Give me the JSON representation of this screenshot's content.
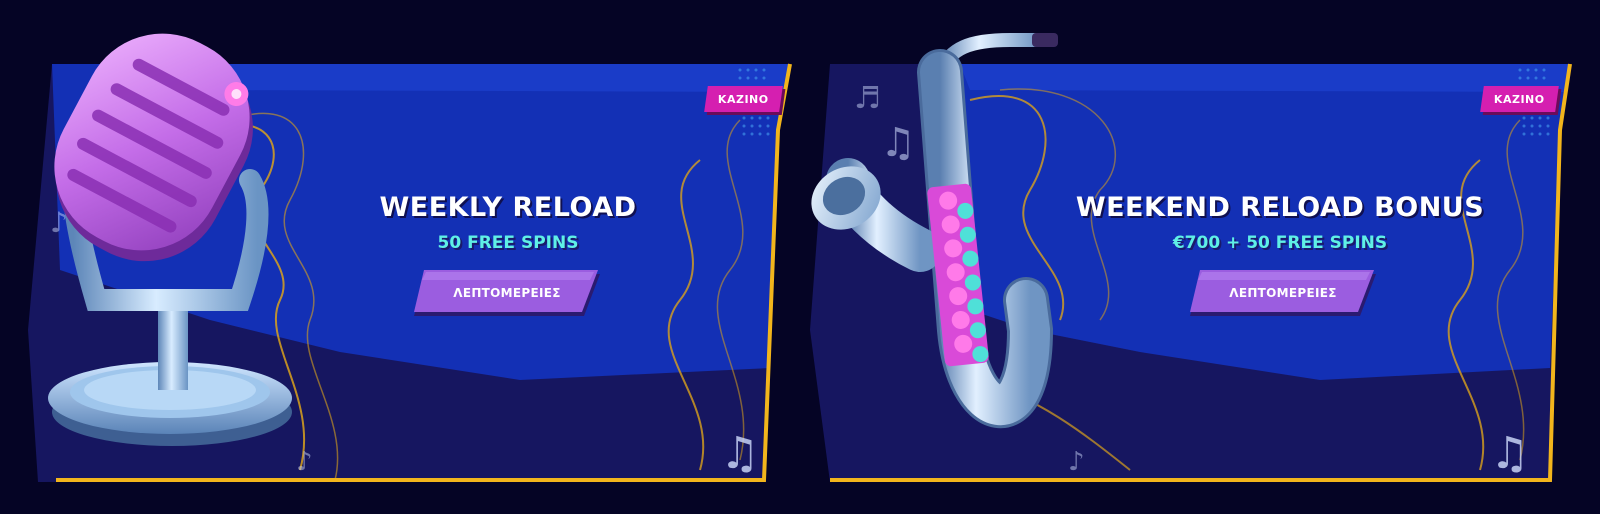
{
  "promotions": [
    {
      "badge": "ΚΑΖΙΝΟ",
      "title": "WEEKLY RELOAD",
      "subtitle": "50 FREE SPINS",
      "button_label": "ΛΕΠΤΟΜΕΡΕΙΕΣ",
      "illustration": "microphone-icon"
    },
    {
      "badge": "ΚΑΖΙΝΟ",
      "title": "WEEKEND RELOAD BONUS",
      "subtitle": "€700 + 50 FREE SPINS",
      "button_label": "ΛΕΠΤΟΜΕΡΕΙΕΣ",
      "illustration": "saxophone-icon"
    }
  ],
  "colors": {
    "page_background": "#050425",
    "card_blue": "#1530b8",
    "card_dark": "#17175a",
    "border_gold": "#f2b51c",
    "badge_pink": "#d51fb0",
    "button_purple": "#9b5de0",
    "subtitle_cyan": "#5ff0e6"
  }
}
